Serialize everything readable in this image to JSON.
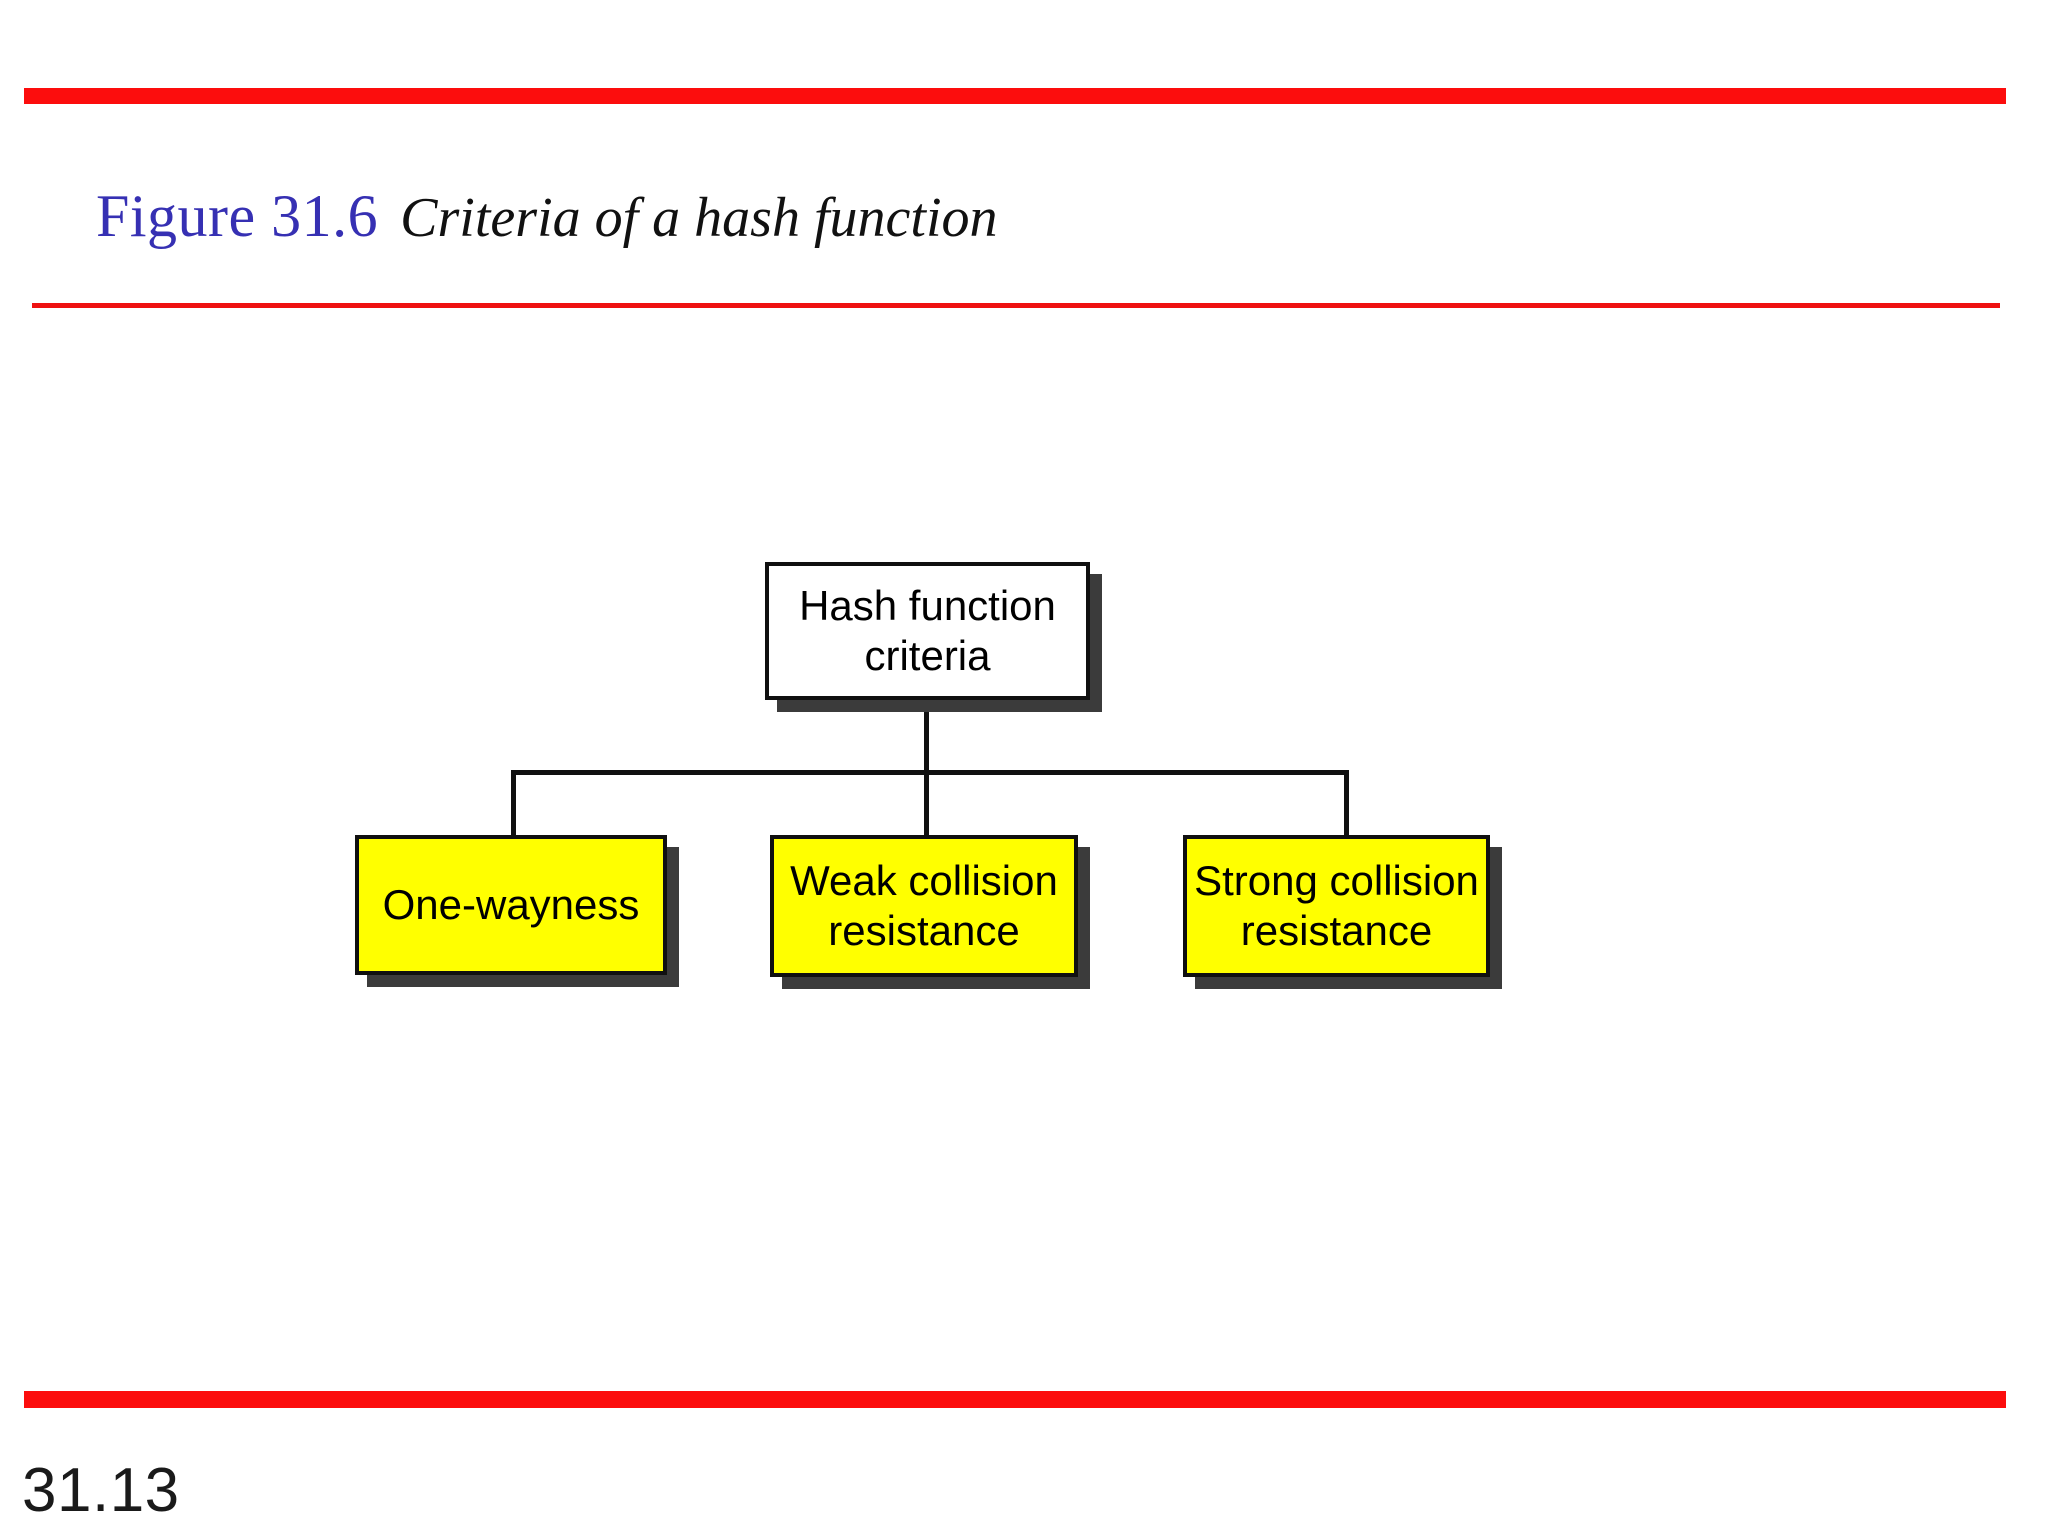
{
  "slide": {
    "page_number": "31.13",
    "title": {
      "figure_label": "Figure 31.6",
      "caption": "Criteria of a hash function"
    },
    "colors": {
      "rule_red": "#fc0d0d",
      "title_blue": "#3630b3",
      "node_yellow": "#ffff00",
      "node_white": "#ffffff",
      "node_border": "#101010",
      "node_shadow": "#3b3b3b"
    }
  },
  "diagram": {
    "type": "tree",
    "root": {
      "id": "hash-function-criteria",
      "label": "Hash function\ncriteria",
      "label_line1": "Hash function",
      "label_line2": "criteria",
      "fill": "white"
    },
    "children": [
      {
        "id": "one-wayness",
        "label": "One-wayness",
        "label_line1": "One-wayness",
        "label_line2": "",
        "fill": "yellow"
      },
      {
        "id": "weak-collision-resistance",
        "label": "Weak collision\nresistance",
        "label_line1": "Weak collision",
        "label_line2": "resistance",
        "fill": "yellow"
      },
      {
        "id": "strong-collision-resistance",
        "label": "Strong collision\nresistance",
        "label_line1": "Strong collision",
        "label_line2": "resistance",
        "fill": "yellow"
      }
    ]
  }
}
